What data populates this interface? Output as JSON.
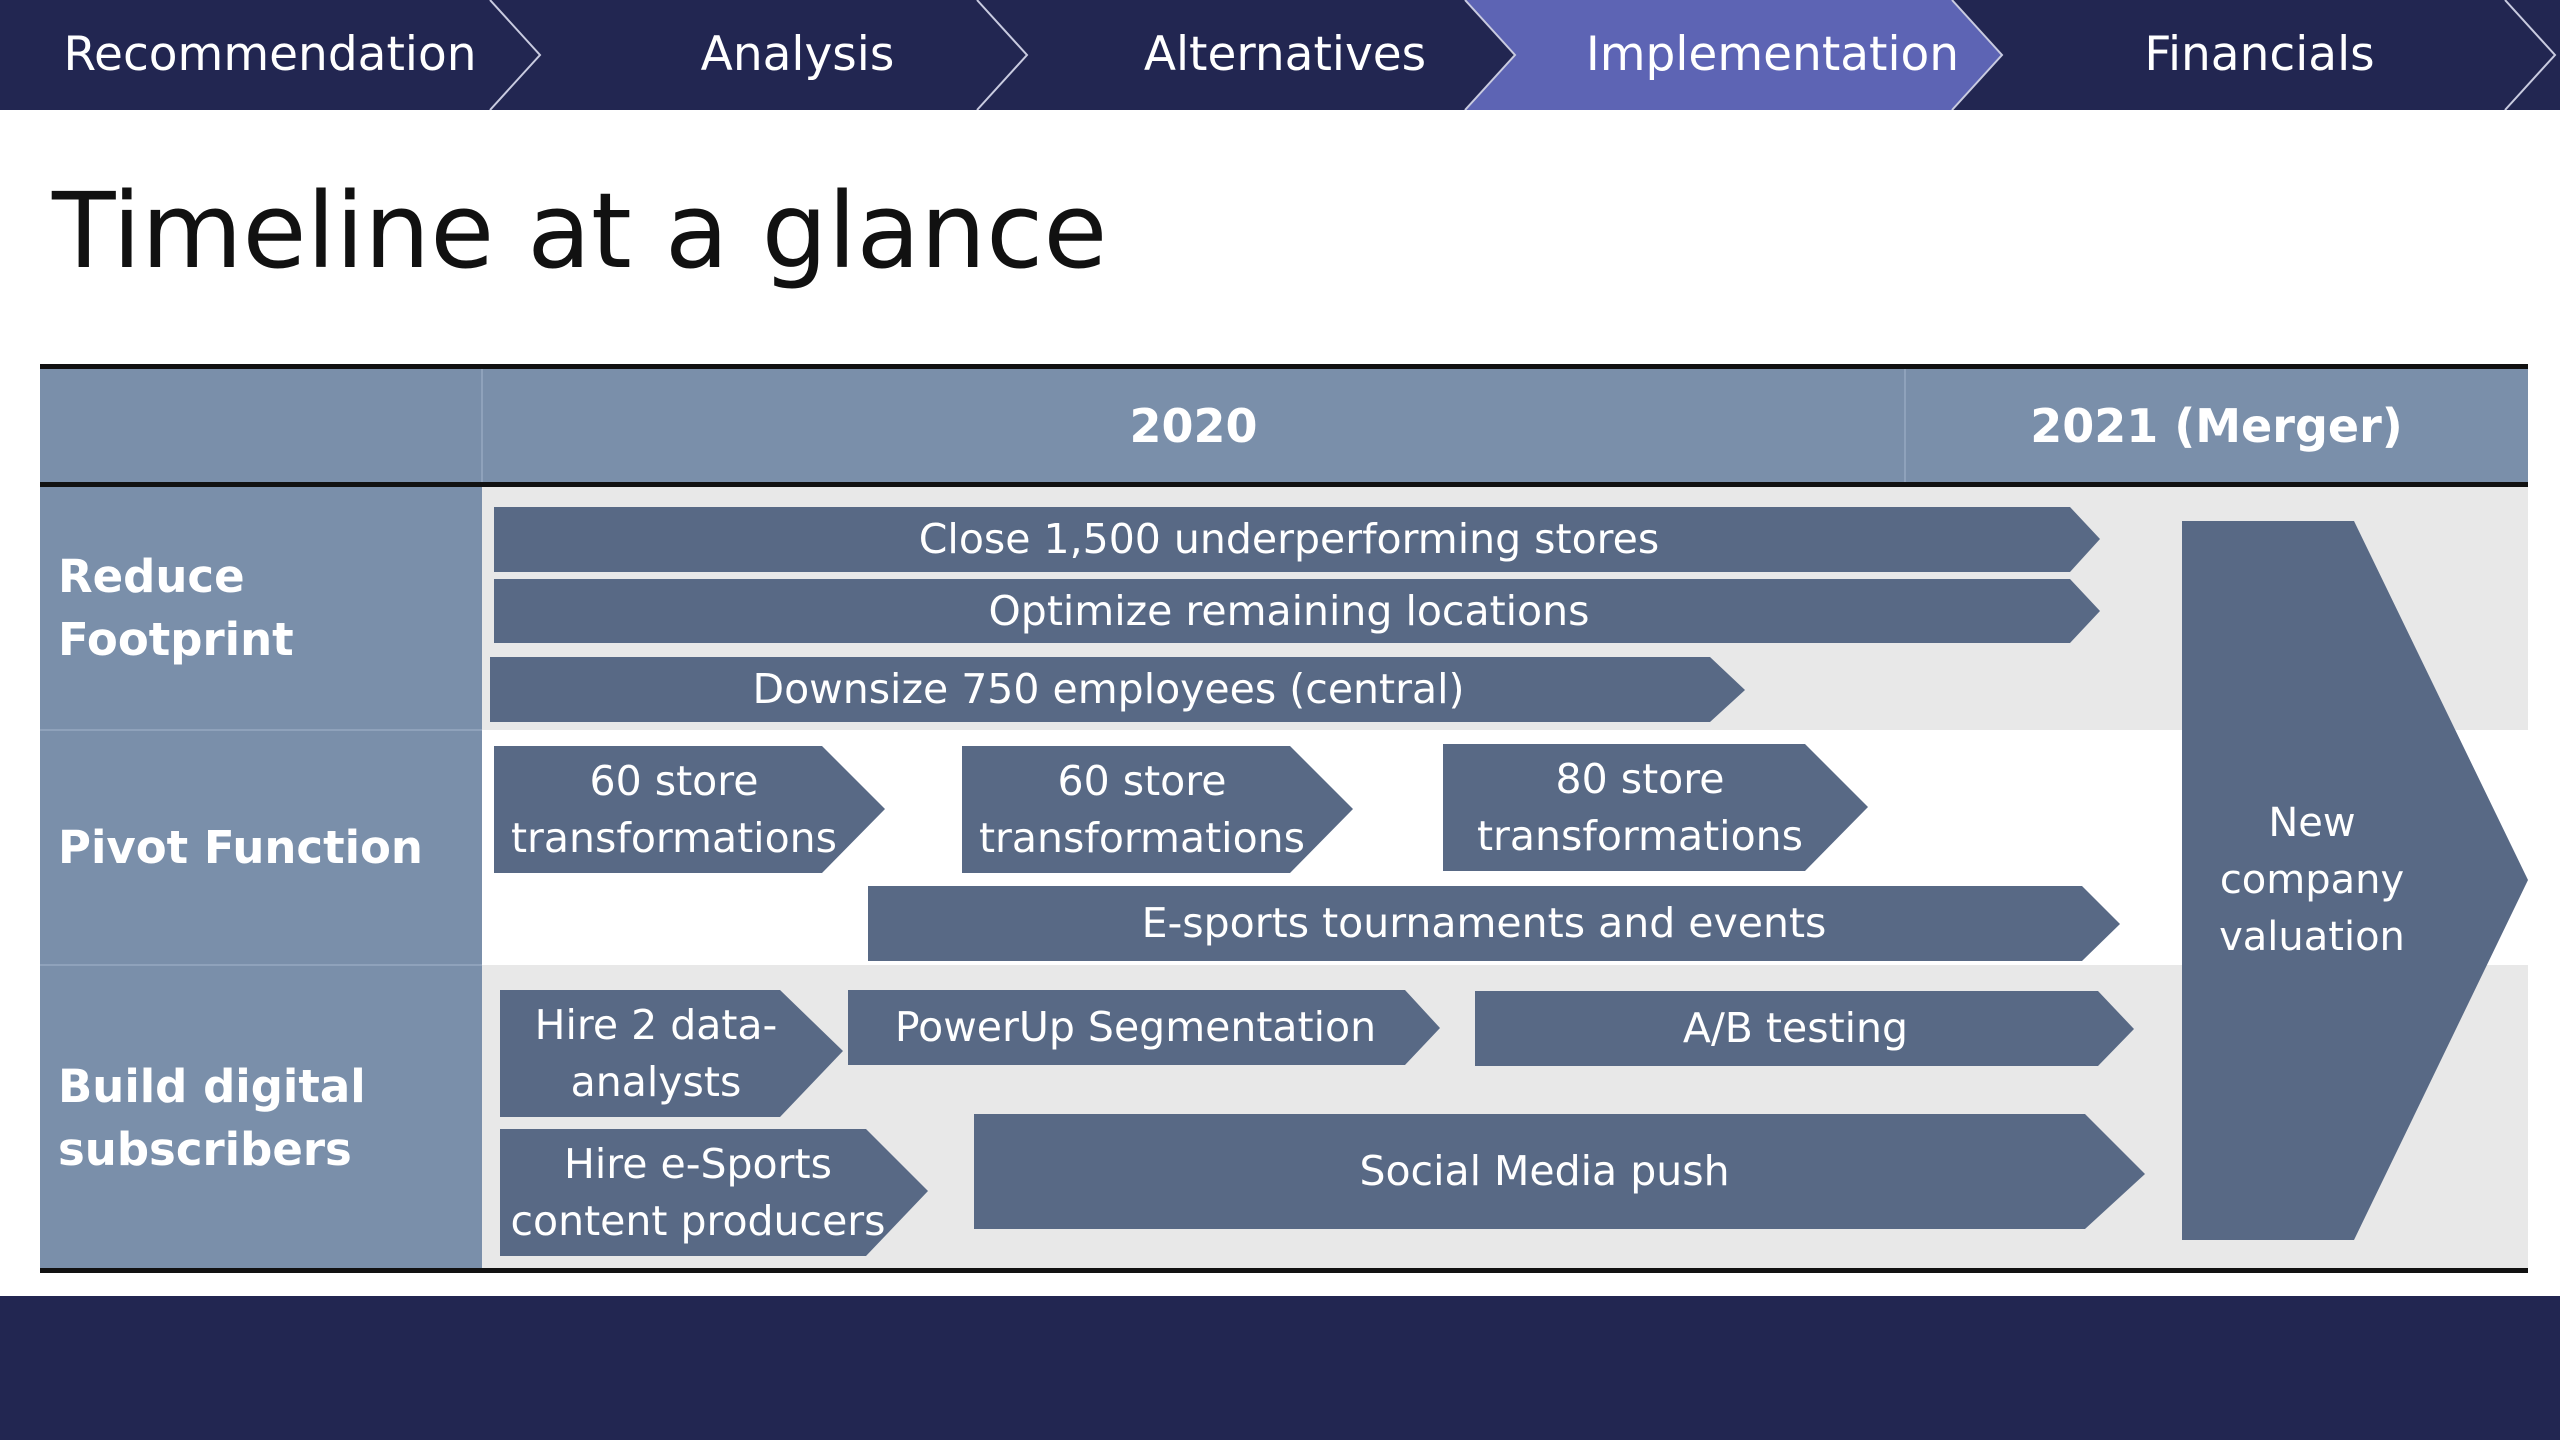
{
  "nav": {
    "tabs": [
      {
        "label": "Recommendation",
        "active": false
      },
      {
        "label": "Analysis",
        "active": false
      },
      {
        "label": "Alternatives",
        "active": false
      },
      {
        "label": "Implementation",
        "active": true
      },
      {
        "label": "Financials",
        "active": false
      }
    ]
  },
  "page_title": "Timeline at a glance",
  "table": {
    "header_2020": "2020",
    "header_2021": "2021 (Merger)",
    "rows": [
      {
        "label": "Reduce Footprint"
      },
      {
        "label": "Pivot Function"
      },
      {
        "label": "Build digital\nsubscribers"
      }
    ],
    "tasks": {
      "close_stores": "Close 1,500 underperforming stores",
      "optimize_locations": "Optimize remaining locations",
      "downsize": "Downsize 750 employees (central)",
      "transform_1": "60 store\ntransformations",
      "transform_2": "60 store\ntransformations",
      "transform_3": "80 store\ntransformations",
      "esports_events": "E-sports tournaments and events",
      "hire_analysts": "Hire 2 data-\nanalysts",
      "segmentation": "PowerUp Segmentation",
      "ab_testing": "A/B testing",
      "hire_producers": "Hire e-Sports\ncontent producers",
      "social_push": "Social Media push"
    },
    "valuation": "New\ncompany\nvaluation"
  },
  "colors": {
    "nav_bg": "#222651",
    "nav_active": "#5d64b4",
    "header_bg": "#7a8faa",
    "label_bg": "#7a8faa",
    "task_bg": "#586985",
    "band_gray": "#e8e8e8",
    "footer_bg": "#222651"
  }
}
